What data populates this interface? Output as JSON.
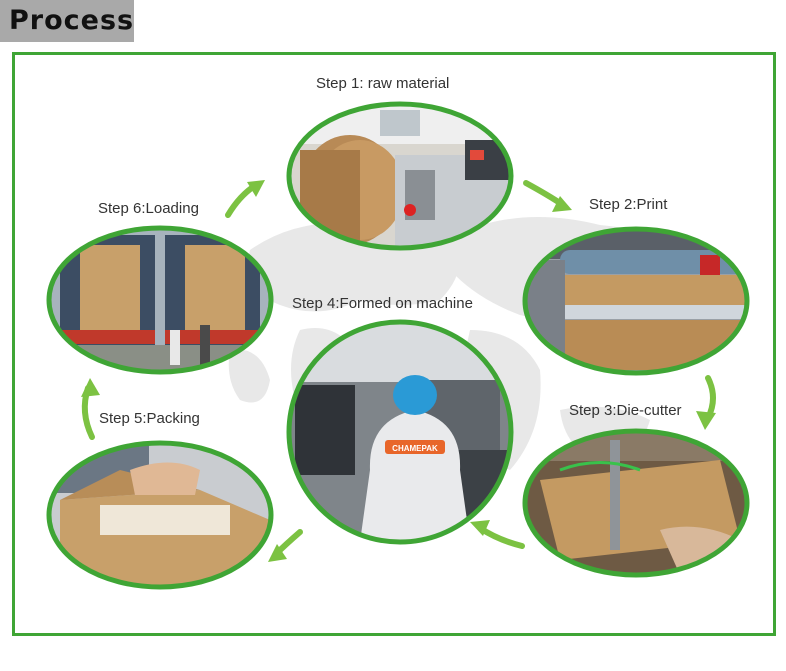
{
  "header": {
    "title": "Process"
  },
  "steps": [
    {
      "label": "Step 1: raw material",
      "brand": ""
    },
    {
      "label": "Step 2:Print",
      "brand": ""
    },
    {
      "label": "Step 3:Die-cutter",
      "brand": ""
    },
    {
      "label": "Step 4:Formed on machine",
      "brand": "CHAMEPAK"
    },
    {
      "label": "Step 5:Packing",
      "brand": ""
    },
    {
      "label": "Step 6:Loading",
      "brand": ""
    }
  ],
  "colors": {
    "accent_green": "#3fa535",
    "arrow_green": "#7cc242",
    "header_bg": "#a9a9a9",
    "map_gray": "#e6e6e6",
    "kraft": "#c8a06a"
  },
  "icons": [
    "arrow-icon"
  ]
}
